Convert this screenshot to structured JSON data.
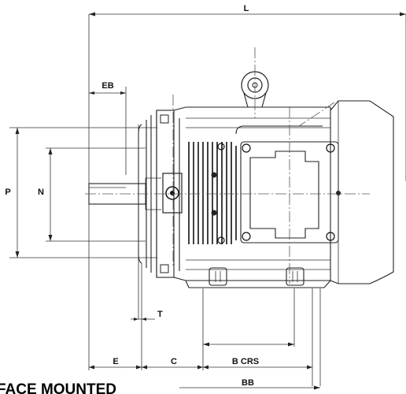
{
  "drawing": {
    "caption": "FACE MOUNTED",
    "dimensions": {
      "L": "L",
      "EB": "EB",
      "P": "P",
      "N": "N",
      "T": "T",
      "E": "E",
      "C": "C",
      "B_CRS": "B CRS",
      "BB": "BB"
    }
  }
}
